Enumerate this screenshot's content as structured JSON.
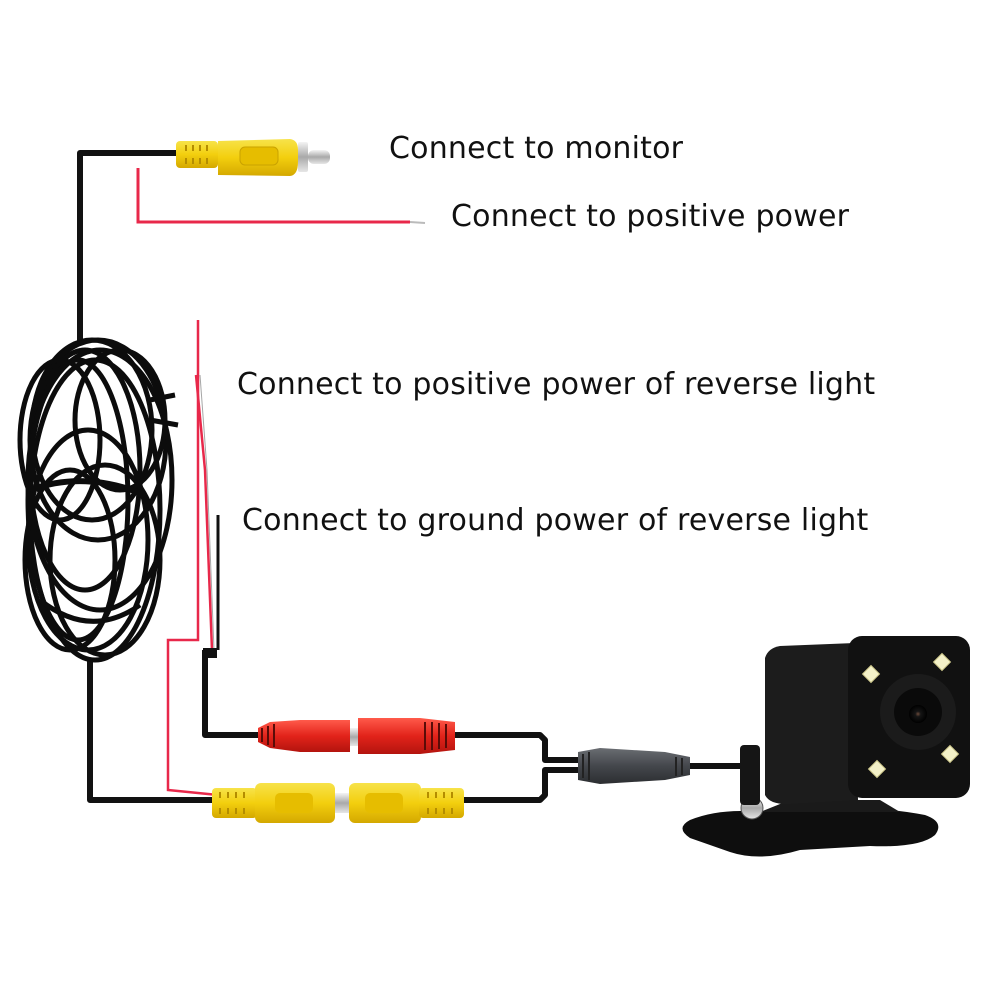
{
  "diagram": {
    "title": "Reversing camera wiring diagram",
    "labels": {
      "monitor": "Connect to monitor",
      "positive_power": "Connect to  positive power",
      "reverse_positive": "Connect to positive power of reverse light",
      "reverse_ground": "Connect to ground power of reverse light"
    },
    "components": [
      {
        "id": "rca-plug-monitor",
        "type": "RCA male plug",
        "color": "yellow"
      },
      {
        "id": "power-trigger-wire",
        "type": "single wire",
        "color": "red"
      },
      {
        "id": "cable-coil",
        "type": "coiled extension cable",
        "color": "black"
      },
      {
        "id": "reverse-light-wires",
        "type": "wire pair",
        "colors": [
          "red",
          "black"
        ]
      },
      {
        "id": "dc-power-connector",
        "type": "DC power plug/socket",
        "color": "red"
      },
      {
        "id": "rca-video-connector",
        "type": "RCA plug/socket",
        "color": "yellow"
      },
      {
        "id": "y-splitter",
        "type": "Y splitter",
        "color": "dark gray"
      },
      {
        "id": "camera",
        "type": "rear-view camera with 4 LEDs",
        "led_count": 4
      }
    ],
    "colors": {
      "wire_black": "#111111",
      "wire_red": "#e8284a",
      "rca_yellow": "#f2d20f",
      "power_red": "#e2231a",
      "splitter_gray": "#4a4d52",
      "camera_body": "#1a1a1a",
      "led": "#f4f1c8"
    }
  }
}
